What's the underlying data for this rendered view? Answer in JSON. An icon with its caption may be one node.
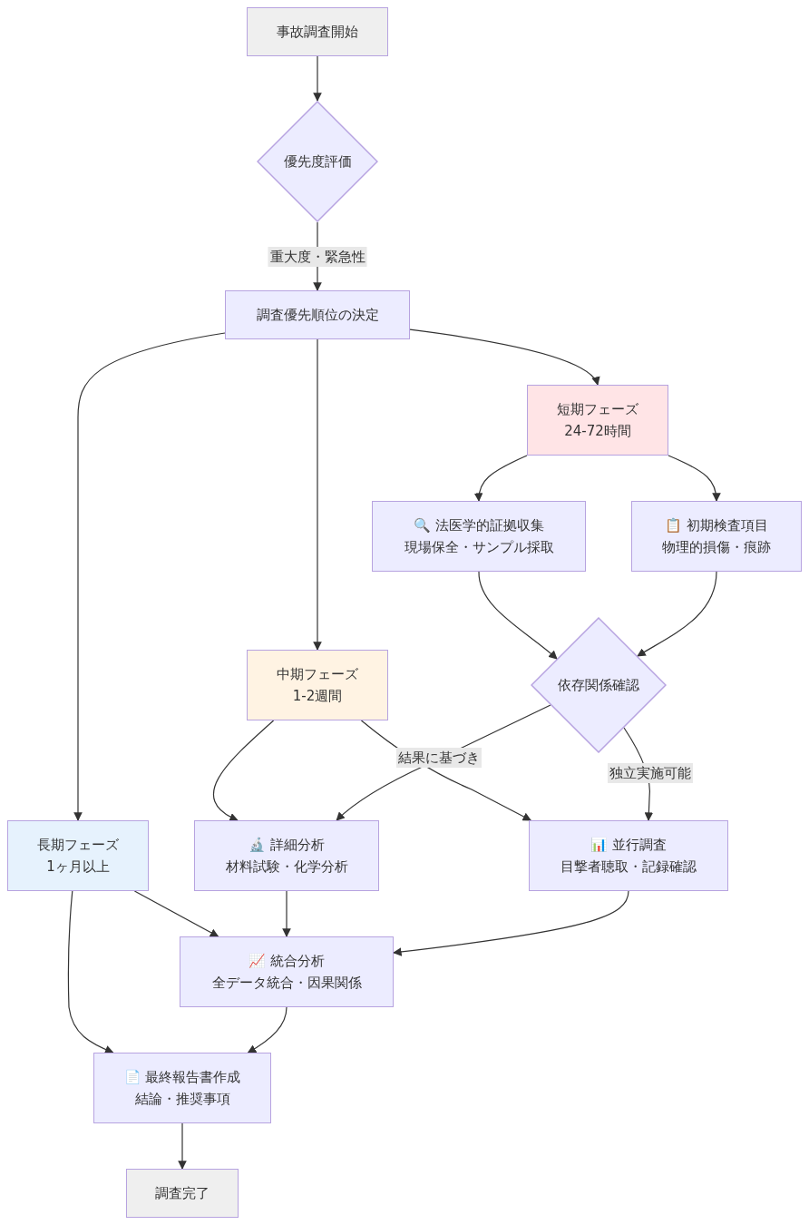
{
  "diagram": {
    "nodes": [
      {
        "text": [
          "事故調査開始"
        ]
      },
      {
        "text": [
          "優先度評価"
        ]
      },
      {
        "text": [
          "調査優先順位の決定"
        ]
      },
      {
        "text": [
          "短期フェーズ",
          "24-72時間"
        ]
      },
      {
        "text": [
          "🔍 法医学的証拠収集",
          "現場保全・サンプル採取"
        ]
      },
      {
        "text": [
          "📋 初期検査項目",
          "物理的損傷・痕跡"
        ]
      },
      {
        "text": [
          "依存関係確認"
        ]
      },
      {
        "text": [
          "中期フェーズ",
          "1-2週間"
        ]
      },
      {
        "text": [
          "長期フェーズ",
          "1ヶ月以上"
        ]
      },
      {
        "text": [
          "🔬 詳細分析",
          "材料試験・化学分析"
        ]
      },
      {
        "text": [
          "📊 並行調査",
          "目撃者聴取・記録確認"
        ]
      },
      {
        "text": [
          "📈 統合分析",
          "全データ統合・因果関係"
        ]
      },
      {
        "text": [
          "📄 最終報告書作成",
          "結論・推奨事項"
        ]
      },
      {
        "text": [
          "調査完了"
        ]
      }
    ],
    "edges": [
      {
        "from": 0,
        "to": 1,
        "arrow": "to"
      },
      {
        "from": 1,
        "to": 2,
        "arrow": "to",
        "label": "重大度・緊急性"
      },
      {
        "from": 2,
        "to": 3,
        "arrow": "to"
      },
      {
        "from": 2,
        "to": 7,
        "arrow": "to"
      },
      {
        "from": 2,
        "to": 8,
        "arrow": "to"
      },
      {
        "from": 3,
        "to": 4,
        "arrow": "to"
      },
      {
        "from": 3,
        "to": 5,
        "arrow": "to"
      },
      {
        "from": 4,
        "to": 6,
        "arrow": "to"
      },
      {
        "from": 5,
        "to": 6,
        "arrow": "to"
      },
      {
        "from": 6,
        "to": 9,
        "arrow": "to",
        "label": "結果に基づき"
      },
      {
        "from": 6,
        "to": 10,
        "arrow": "to",
        "label": "独立実施可能"
      },
      {
        "from": 7,
        "to": 9,
        "arrow": "to"
      },
      {
        "from": 7,
        "to": 10,
        "arrow": "to"
      },
      {
        "from": 8,
        "to": 11,
        "arrow": "to"
      },
      {
        "from": 8,
        "to": 12,
        "arrow": "to"
      },
      {
        "from": 9,
        "to": 11,
        "arrow": "to"
      },
      {
        "from": 10,
        "to": 11,
        "arrow": "to"
      },
      {
        "from": 11,
        "to": 12,
        "arrow": "to"
      },
      {
        "from": 12,
        "to": 13,
        "arrow": "to"
      }
    ]
  }
}
